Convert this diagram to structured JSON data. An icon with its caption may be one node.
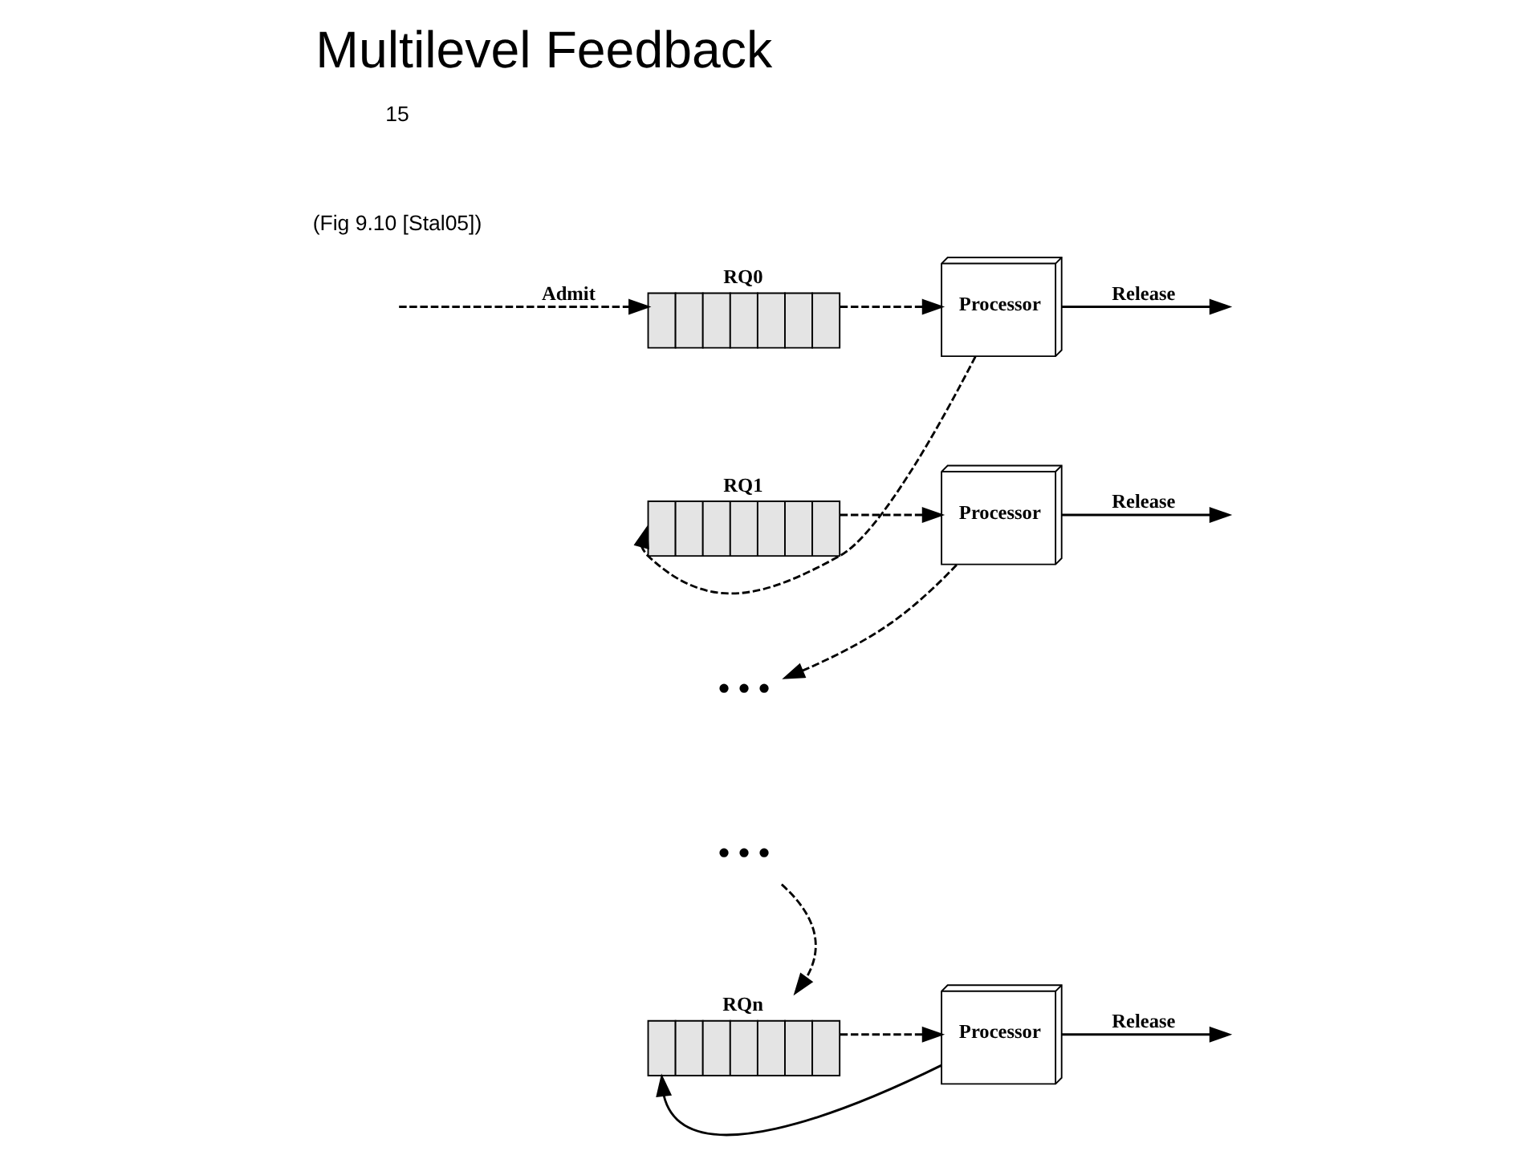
{
  "diagram": {
    "title": "Multilevel Feedback",
    "nodes": [
      {
        "text": [
          "RQ0"
        ]
      },
      {
        "text": [
          "Processor"
        ]
      },
      {
        "text": [
          "RQ1"
        ]
      },
      {
        "text": [
          "Processor"
        ]
      },
      {
        "text": [
          "• • •"
        ]
      },
      {
        "text": [
          "• • •"
        ]
      },
      {
        "text": [
          "RQn"
        ]
      },
      {
        "text": [
          "Processor"
        ]
      }
    ],
    "edges": [
      {
        "from": null,
        "to": 0,
        "arrow": "to",
        "label": "Admit",
        "style": "dashed"
      },
      {
        "from": 0,
        "to": 1,
        "arrow": "to",
        "style": "dashed"
      },
      {
        "from": 1,
        "to": null,
        "arrow": "to",
        "label": "Release"
      },
      {
        "from": 1,
        "to": 2,
        "arrow": "to",
        "style": "dashed"
      },
      {
        "from": 2,
        "to": 3,
        "arrow": "to",
        "style": "dashed"
      },
      {
        "from": 3,
        "to": null,
        "arrow": "to",
        "label": "Release"
      },
      {
        "from": 3,
        "to": 4,
        "arrow": "to",
        "style": "dashed"
      },
      {
        "from": 5,
        "to": 6,
        "arrow": "to",
        "style": "dashed"
      },
      {
        "from": 6,
        "to": 7,
        "arrow": "to",
        "style": "dashed"
      },
      {
        "from": 7,
        "to": null,
        "arrow": "to",
        "label": "Release"
      },
      {
        "from": 7,
        "to": 6,
        "arrow": "to"
      }
    ],
    "labels": [
      "(Fig 9.10 [Stal05])",
      "15"
    ]
  }
}
